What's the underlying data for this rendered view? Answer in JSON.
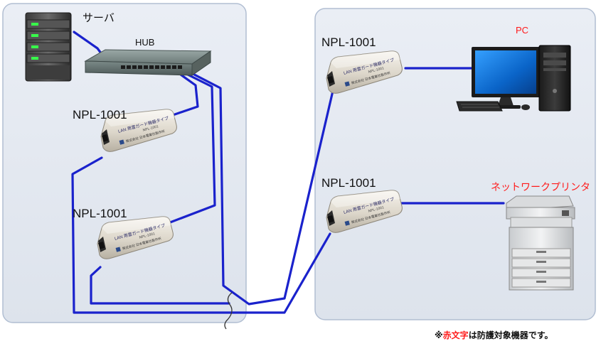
{
  "labels": {
    "server": "サーバ",
    "hub": "HUB",
    "pc": "PC",
    "printer": "ネットワークプリンタ",
    "npl_1": "NPL-1001",
    "npl_2": "NPL-1001",
    "npl_3": "NPL-1001",
    "npl_4": "NPL-1001"
  },
  "device_text": {
    "line1": "LAN 用雷ガード機器タイプ",
    "line2": "NPL-1001",
    "maker": "株式会社 日本電業社製作所"
  },
  "footnote": {
    "prefix": "※",
    "red": "赤文字",
    "rest": "は防護対象機器です。"
  },
  "colors": {
    "cable": "#1a22cc",
    "panel_fill": "#e3e8f0",
    "panel_stroke": "#aebbd0",
    "protected_label": "#ff1a1a"
  }
}
